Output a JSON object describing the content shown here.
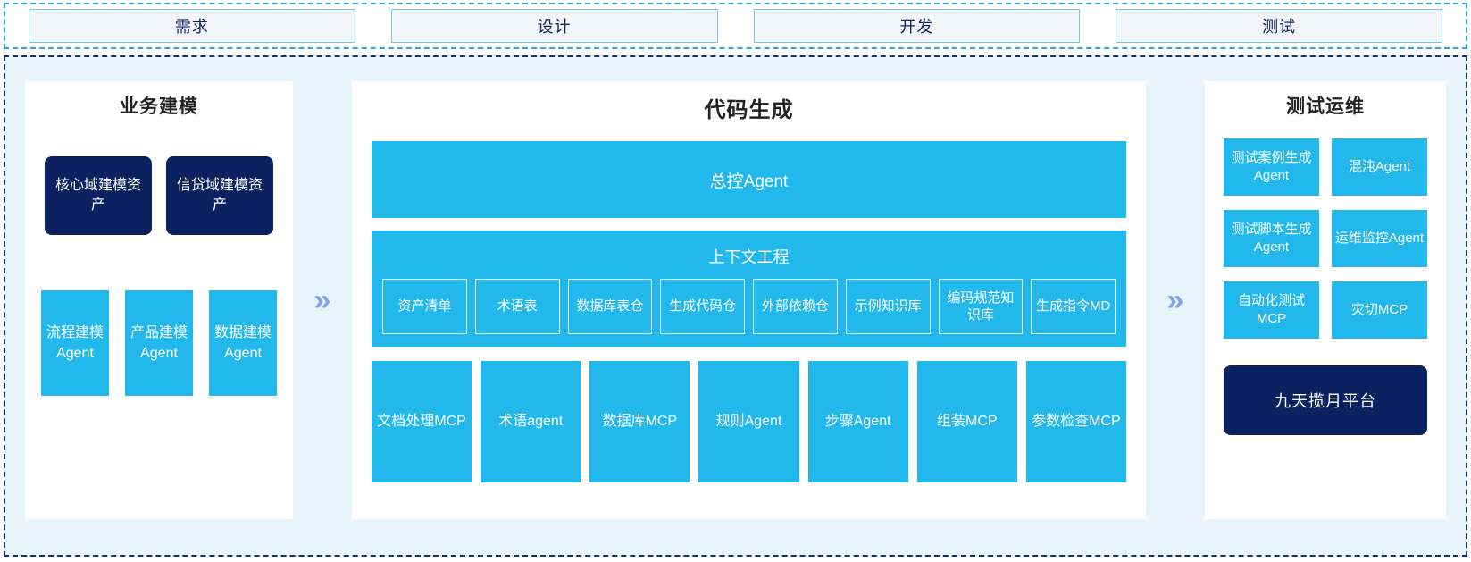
{
  "stages": {
    "items": [
      {
        "label": "需求"
      },
      {
        "label": "设计"
      },
      {
        "label": "开发"
      },
      {
        "label": "测试"
      }
    ]
  },
  "colors": {
    "accent_cyan": "#22b8ec",
    "dark_navy": "#0b2160",
    "panel_bg": "#e9f5fd",
    "chevron_blue": "#7fa4ef",
    "stage_border": "#7fc4dd",
    "outer_dash_top": "#2aa8d8",
    "outer_dash_main": "#16306b"
  },
  "left_panel": {
    "title": "业务建模",
    "assets": [
      {
        "label": "核心域建模资产"
      },
      {
        "label": "信贷域建模资产"
      }
    ],
    "agents": [
      {
        "label": "流程建模Agent"
      },
      {
        "label": "产品建模Agent"
      },
      {
        "label": "数据建模Agent"
      }
    ]
  },
  "center_panel": {
    "title": "代码生成",
    "master_agent": "总控Agent",
    "context": {
      "title": "上下文工程",
      "items": [
        {
          "label": "资产清单"
        },
        {
          "label": "术语表"
        },
        {
          "label": "数据库表仓"
        },
        {
          "label": "生成代码仓"
        },
        {
          "label": "外部依赖仓"
        },
        {
          "label": "示例知识库"
        },
        {
          "label": "编码规范知识库"
        },
        {
          "label": "生成指令MD"
        }
      ]
    },
    "tools": [
      {
        "label": "文档处理MCP"
      },
      {
        "label": "术语agent"
      },
      {
        "label": "数据库MCP"
      },
      {
        "label": "规则Agent"
      },
      {
        "label": "步骤Agent"
      },
      {
        "label": "组装MCP"
      },
      {
        "label": "参数检查MCP"
      }
    ]
  },
  "right_panel": {
    "title": "测试运维",
    "items": [
      {
        "label": "测试案例生成Agent"
      },
      {
        "label": "混沌Agent"
      },
      {
        "label": "测试脚本生成Agent"
      },
      {
        "label": "运维监控Agent"
      },
      {
        "label": "自动化测试MCP"
      },
      {
        "label": "灾切MCP"
      }
    ],
    "platform": "九天揽月平台"
  },
  "connectors": {
    "chevron_glyph": "»"
  }
}
